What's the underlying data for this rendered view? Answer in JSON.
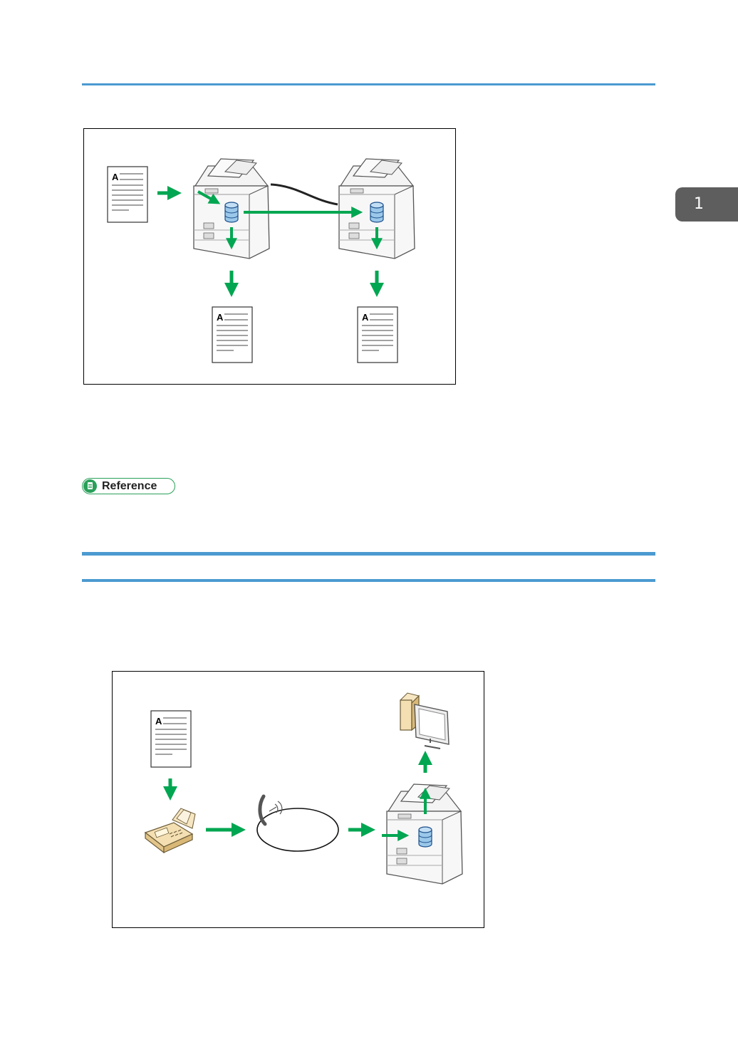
{
  "chapter_tab": {
    "number": "1"
  },
  "reference": {
    "label": "Reference"
  },
  "figure1": {
    "doc_letter": "A"
  },
  "figure2": {
    "doc_letter": "A"
  },
  "colors": {
    "rule": "#4b9ad0",
    "arrow": "#00a651",
    "tab": "#5e5e5e",
    "drum": "#9bc8ea",
    "beige": "#f3dfb2"
  }
}
